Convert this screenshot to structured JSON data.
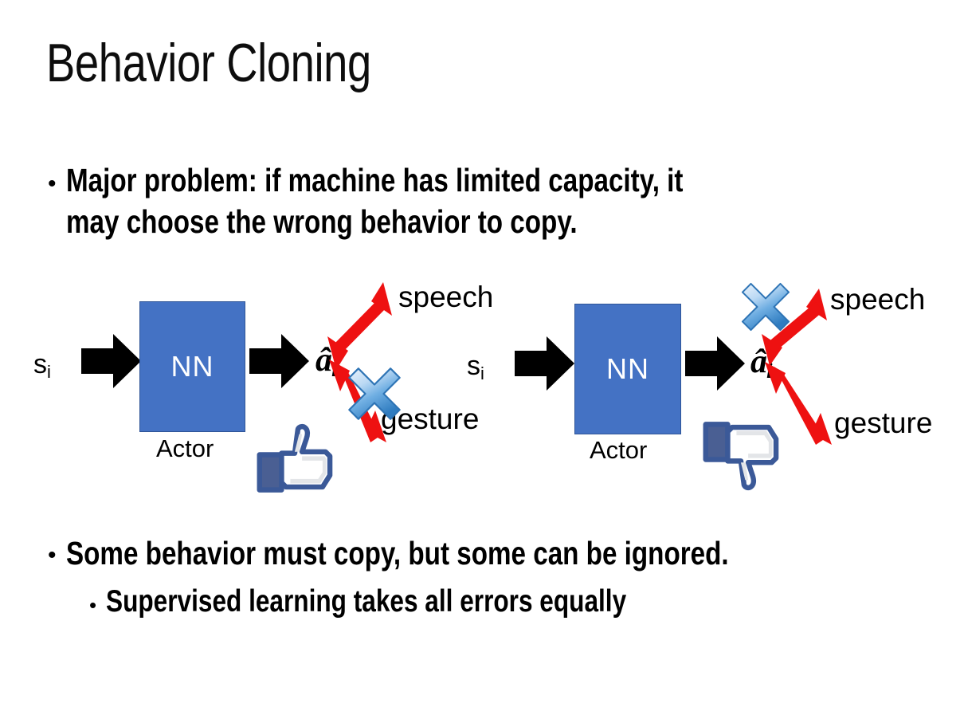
{
  "slide": {
    "title": "Behavior Cloning",
    "background_color": "#FFFFFF"
  },
  "bullets": [
    {
      "level": 1,
      "marker": "•",
      "text": "Major problem: if machine has limited capacity, it\nmay choose the wrong behavior to copy."
    },
    {
      "level": 1,
      "marker": "•",
      "text": "Some behavior must copy, but some can be ignored."
    },
    {
      "level": 2,
      "marker": "•",
      "text": "Supervised learning takes all errors equally"
    }
  ],
  "colors": {
    "nn_box_fill": "#4472C4",
    "nn_box_border": "#2F5597",
    "red_arrow": "#EE1111",
    "x_mark_blue_light": "#CFE2F8",
    "x_mark_blue_dark": "#2E74B5",
    "thumb_blue": "#3B5998",
    "thumb_fill": "#FFFFFF",
    "thumb_shade": "#E3E5E8",
    "text_black": "#000000"
  },
  "diagrams": [
    {
      "id": "left",
      "input_label": "s",
      "input_subscript": "i",
      "box_label": "NN",
      "box_caption": "Actor",
      "output_label": "a",
      "output_subscript": "i",
      "output_has_hat": true,
      "branches": [
        {
          "name": "speech",
          "label": "speech",
          "direction": "up-right",
          "crossed_out": false
        },
        {
          "name": "gesture",
          "label": "gesture",
          "direction": "down-right",
          "crossed_out": true
        }
      ],
      "feedback": "thumbs-up"
    },
    {
      "id": "right",
      "input_label": "s",
      "input_subscript": "i",
      "box_label": "NN",
      "box_caption": "Actor",
      "output_label": "a",
      "output_subscript": "i",
      "output_has_hat": true,
      "branches": [
        {
          "name": "speech",
          "label": "speech",
          "direction": "up-right",
          "crossed_out": true
        },
        {
          "name": "gesture",
          "label": "gesture",
          "direction": "down-right",
          "crossed_out": false
        }
      ],
      "feedback": "thumbs-down"
    }
  ]
}
